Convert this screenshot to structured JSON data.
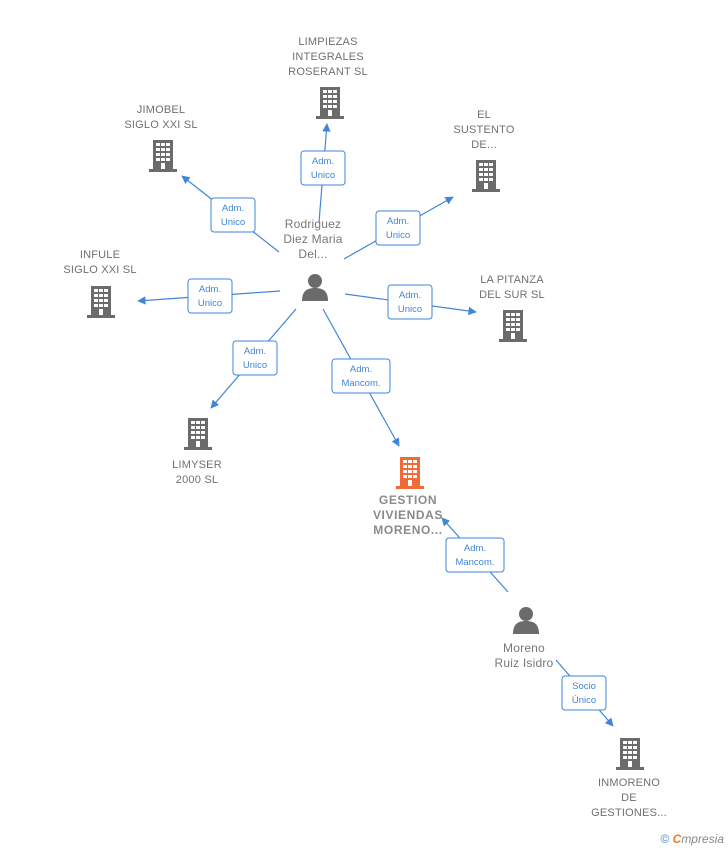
{
  "colors": {
    "edge": "#3f86d8",
    "company": "#6b6b6b",
    "focus_company": "#f26a36",
    "person": "#6b6b6b"
  },
  "nodes": [
    {
      "id": "limpiezas",
      "type": "company",
      "lines": [
        "LIMPIEZAS",
        "INTEGRALES",
        "ROSERANT  SL"
      ]
    },
    {
      "id": "jimobel",
      "type": "company",
      "lines": [
        "JIMOBEL",
        "SIGLO XXI SL"
      ]
    },
    {
      "id": "el_sustento",
      "type": "company",
      "lines": [
        "EL",
        "SUSTENTO",
        "DE..."
      ]
    },
    {
      "id": "infule",
      "type": "company",
      "lines": [
        "INFULE",
        "SIGLO XXI SL"
      ]
    },
    {
      "id": "la_pitanza",
      "type": "company",
      "lines": [
        "LA PITANZA",
        "DEL SUR  SL"
      ]
    },
    {
      "id": "limyser",
      "type": "company",
      "lines": [
        "LIMYSER",
        "2000  SL"
      ]
    },
    {
      "id": "gestion",
      "type": "focus",
      "lines": [
        "GESTION",
        "VIVIENDAS",
        "MORENO..."
      ]
    },
    {
      "id": "inmoreno",
      "type": "company",
      "lines": [
        "INMORENO",
        "DE",
        "GESTIONES..."
      ]
    },
    {
      "id": "rodriguez",
      "type": "person",
      "lines": [
        "Rodriguez",
        "Diez Maria",
        "Del..."
      ]
    },
    {
      "id": "moreno",
      "type": "person",
      "lines": [
        "Moreno",
        "Ruiz Isidro"
      ]
    }
  ],
  "edges": [
    {
      "id": "e-limpiezas",
      "lines": [
        "Adm.",
        "Unico"
      ]
    },
    {
      "id": "e-jimobel",
      "lines": [
        "Adm.",
        "Unico"
      ]
    },
    {
      "id": "e-sustento",
      "lines": [
        "Adm.",
        "Unico"
      ]
    },
    {
      "id": "e-infule",
      "lines": [
        "Adm.",
        "Unico"
      ]
    },
    {
      "id": "e-pitanza",
      "lines": [
        "Adm.",
        "Unico"
      ]
    },
    {
      "id": "e-limyser",
      "lines": [
        "Adm.",
        "Unico"
      ]
    },
    {
      "id": "e-gestion-rod",
      "lines": [
        "Adm.",
        "Mancom."
      ]
    },
    {
      "id": "e-gestion-mor",
      "lines": [
        "Adm.",
        "Mancom."
      ]
    },
    {
      "id": "e-inmoreno",
      "lines": [
        "Socio",
        "Único"
      ]
    }
  ],
  "watermark": {
    "symbol": "©",
    "brand_initial": "C",
    "brand_rest": "mpresia"
  }
}
